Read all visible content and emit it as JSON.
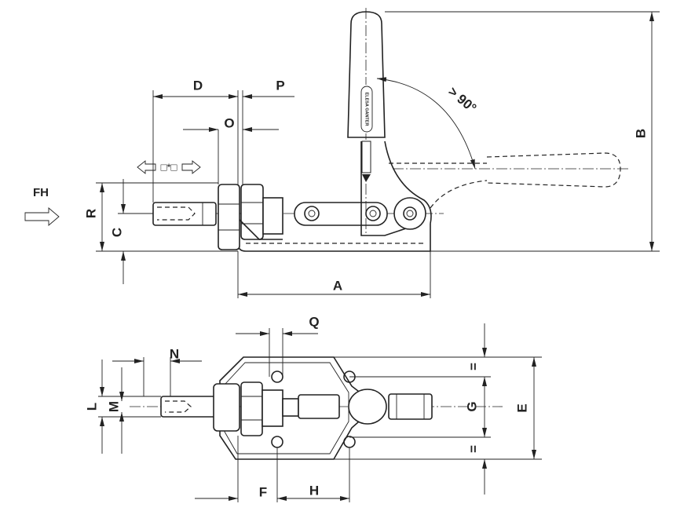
{
  "side_view": {
    "dimensions": {
      "D": "D",
      "P": "P",
      "O": "O",
      "R": "R",
      "C": "C",
      "A": "A",
      "B": "B",
      "angle": "> 90°"
    },
    "force_label": "FH",
    "stroke_symbol": "□*□"
  },
  "top_view": {
    "dimensions": {
      "Q": "Q",
      "N": "N",
      "L": "L",
      "M": "M",
      "F": "F",
      "H": "H",
      "G": "G",
      "E": "E",
      "equal_top": "=",
      "equal_bottom": "="
    }
  },
  "handle_marking": "ELESA GANTER"
}
